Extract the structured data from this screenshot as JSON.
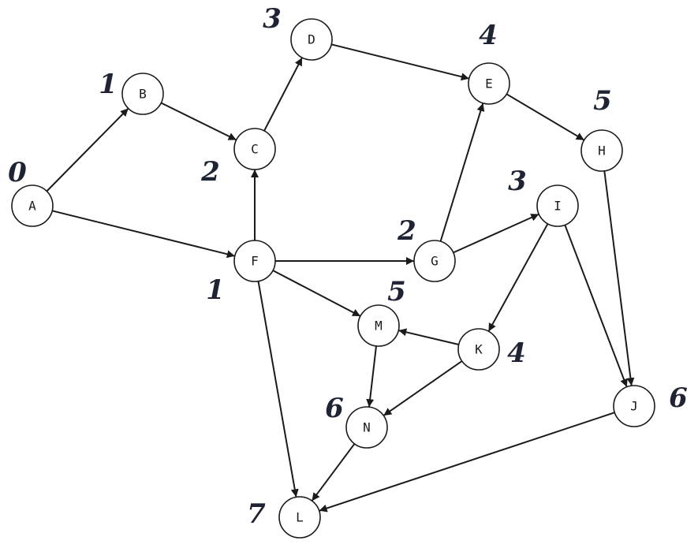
{
  "diagram": {
    "type": "directed-graph",
    "colors": {
      "stroke": "#1a1a1a",
      "node_fill": "#ffffff",
      "level_text": "#1e2433",
      "background": "#ffffff"
    },
    "nodes": [
      {
        "id": "A",
        "label": "A",
        "level": "0"
      },
      {
        "id": "B",
        "label": "B",
        "level": "1"
      },
      {
        "id": "C",
        "label": "C",
        "level": "2"
      },
      {
        "id": "D",
        "label": "D",
        "level": "3"
      },
      {
        "id": "E",
        "label": "E",
        "level": "4"
      },
      {
        "id": "F",
        "label": "F",
        "level": "1"
      },
      {
        "id": "G",
        "label": "G",
        "level": "2"
      },
      {
        "id": "H",
        "label": "H",
        "level": "5"
      },
      {
        "id": "I",
        "label": "I",
        "level": "3"
      },
      {
        "id": "J",
        "label": "J",
        "level": "6"
      },
      {
        "id": "K",
        "label": "K",
        "level": "4"
      },
      {
        "id": "L",
        "label": "L",
        "level": "7"
      },
      {
        "id": "M",
        "label": "M",
        "level": "5"
      },
      {
        "id": "N",
        "label": "N",
        "level": "6"
      }
    ],
    "edges": [
      {
        "from": "A",
        "to": "B"
      },
      {
        "from": "A",
        "to": "F"
      },
      {
        "from": "B",
        "to": "C"
      },
      {
        "from": "C",
        "to": "D"
      },
      {
        "from": "D",
        "to": "E"
      },
      {
        "from": "E",
        "to": "H"
      },
      {
        "from": "F",
        "to": "C"
      },
      {
        "from": "F",
        "to": "G"
      },
      {
        "from": "F",
        "to": "M"
      },
      {
        "from": "F",
        "to": "L"
      },
      {
        "from": "G",
        "to": "E"
      },
      {
        "from": "G",
        "to": "I"
      },
      {
        "from": "H",
        "to": "J"
      },
      {
        "from": "I",
        "to": "K"
      },
      {
        "from": "I",
        "to": "J"
      },
      {
        "from": "K",
        "to": "M"
      },
      {
        "from": "K",
        "to": "N"
      },
      {
        "from": "M",
        "to": "N"
      },
      {
        "from": "N",
        "to": "L"
      },
      {
        "from": "J",
        "to": "L"
      }
    ]
  }
}
